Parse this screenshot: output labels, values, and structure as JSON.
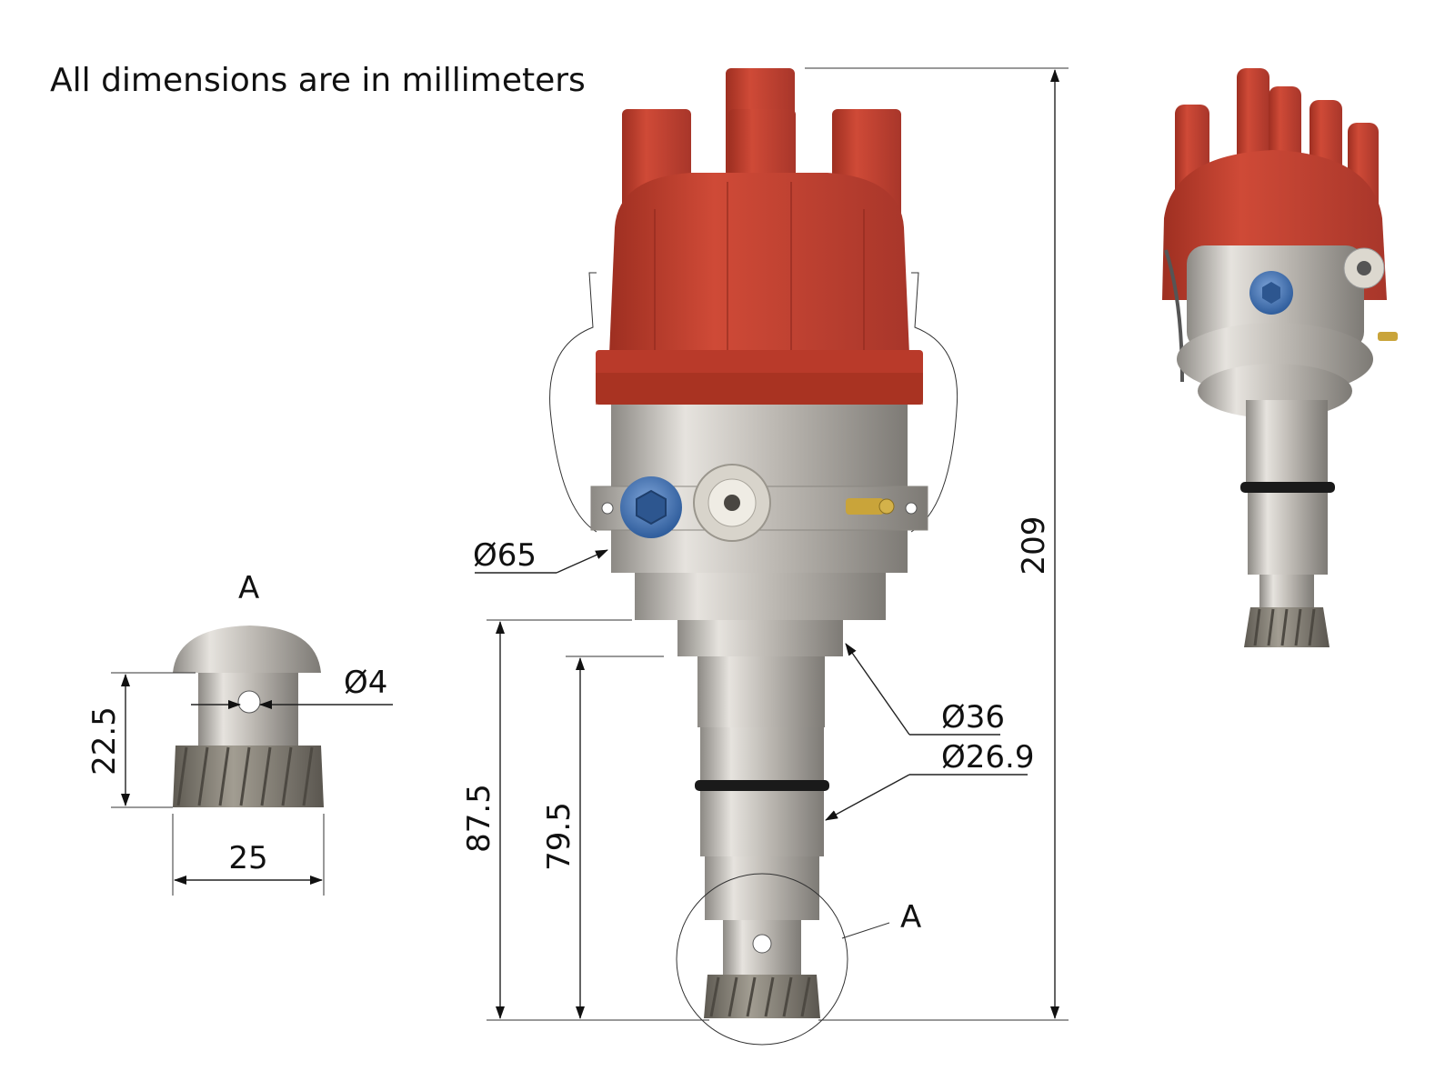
{
  "note": "All dimensions are in millimeters",
  "dimensions": {
    "body_diameter": "Ø65",
    "shaft_upper_diameter": "Ø36",
    "shaft_lower_diameter": "Ø26.9",
    "overall_height": "209",
    "length_to_body": "87.5",
    "length_to_shaft_step": "79.5",
    "detail_hole_diameter": "Ø4",
    "detail_height": "22.5",
    "detail_gear_diameter": "25"
  },
  "detail_label": "A",
  "detail_callout": "A",
  "colors": {
    "cap": "#c0412f",
    "metal": "#c9c6c1",
    "cap_screw": "#3d6aa8",
    "gear": "#7b7568",
    "terminal": "#c9a43a"
  }
}
